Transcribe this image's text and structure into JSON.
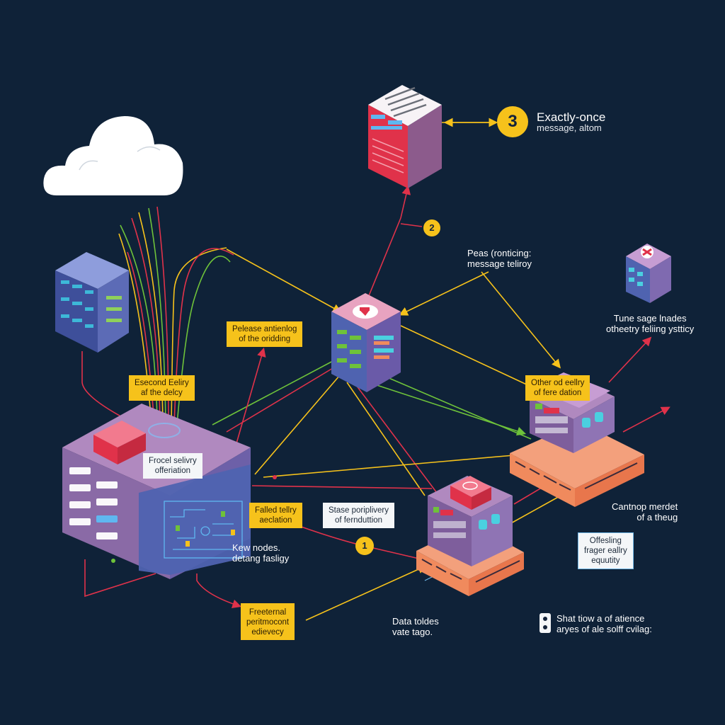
{
  "colors": {
    "background": "#0f2238",
    "yellow": "#f6c21b",
    "red": "#e0324a",
    "green": "#6ec23a",
    "purple": "#8b6aa8",
    "blue": "#4f63b0",
    "orange": "#f08a5d"
  },
  "badges": {
    "b3": "3",
    "b2": "2",
    "b1": "1"
  },
  "labels": {
    "exactly_once": {
      "line1": "Exactly-once",
      "line2": "message, altom"
    },
    "peas": {
      "line1": "Peas (ronticing:",
      "line2": "message teliroy"
    },
    "tune": {
      "line1": "Tune sage lnades",
      "line2": "otheetry feliing ystticy"
    },
    "cantnop": {
      "line1": "Cantnop merdet",
      "line2": "of a theug"
    },
    "kew_nodes": {
      "line1": "Kew nodes.",
      "line2": "detang fasligy"
    },
    "data_toldes": {
      "line1": "Data toldes",
      "line2": "vate tago."
    },
    "shat": {
      "line1": "Shat tiow a of atience",
      "line2": "aryes of ale solff cvilag:"
    }
  },
  "boxes": {
    "pelease": {
      "line1": "Pelease antienlog",
      "line2": "of the oridding"
    },
    "esecond": {
      "line1": "Esecond Eeliry",
      "line2": "af the delcy"
    },
    "other": {
      "line1": "Other od eellry",
      "line2": "of fere dation"
    },
    "frocel": {
      "line1": "Frocel selivry",
      "line2": "offeriation"
    },
    "failed": {
      "line1": "Falled tellry",
      "line2": "aeclation"
    },
    "stase": {
      "line1": "Stase poriplivery",
      "line2": "of fernduttion"
    },
    "offesling": {
      "line1": "Offesling",
      "line2": "frager eallry",
      "line3": "equutity"
    },
    "freeternal": {
      "line1": "Freeternal",
      "line2": "peritmocont",
      "line3": "edievecy"
    }
  }
}
